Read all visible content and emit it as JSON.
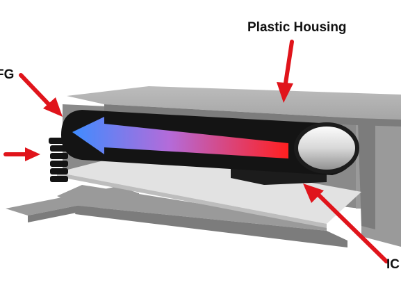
{
  "labels": {
    "housing": "Plastic Housing",
    "left_partial": "FG",
    "right_partial": "IC"
  },
  "colors": {
    "housing_light": "#b4b4b4",
    "housing_mid": "#9a9a9a",
    "housing_dark": "#7c7c7c",
    "housing_inner": "#8a8a8a",
    "belt": "#141414",
    "heat_hot": "#ff1f1f",
    "heat_mid": "#b46bd9",
    "heat_cool": "#3f8cff",
    "pcb": "#e2e2e2",
    "arrow": "#e0141b"
  }
}
